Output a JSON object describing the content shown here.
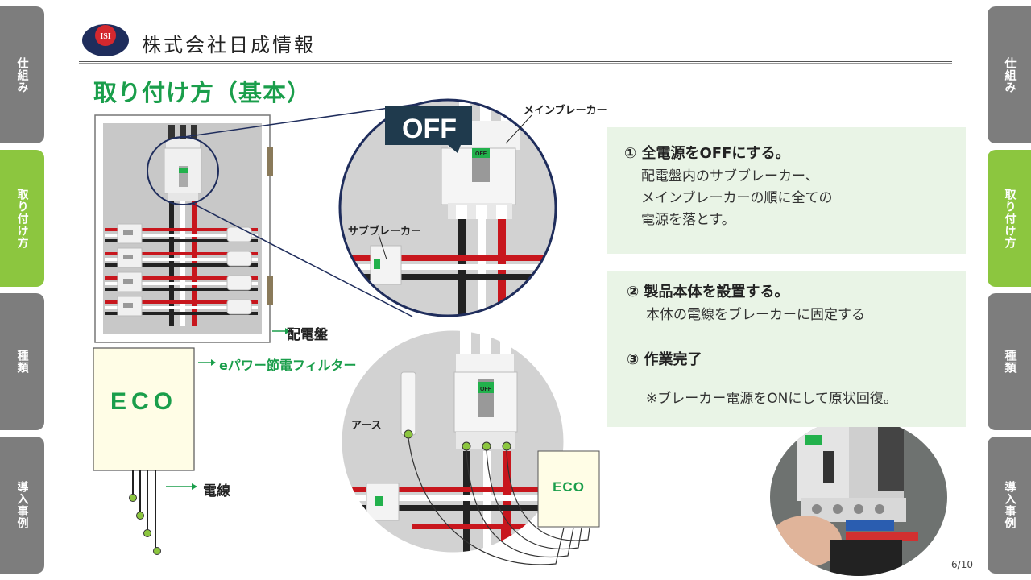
{
  "header": {
    "company": "株式会社日成情報",
    "logo_text": "ISI"
  },
  "slide": {
    "title": "取り付け方（基本）",
    "page": "6/10"
  },
  "left_tabs": [
    {
      "label": "仕組み",
      "active": false
    },
    {
      "label": "取り付け方",
      "active": true
    },
    {
      "label": "種類",
      "active": false
    },
    {
      "label": "導入事例",
      "active": false
    }
  ],
  "right_tabs": [
    {
      "label": "仕組み",
      "active": false
    },
    {
      "label": "取り付け方",
      "active": true
    },
    {
      "label": "種類",
      "active": false
    },
    {
      "label": "導入事例",
      "active": false
    }
  ],
  "diagram": {
    "panel_label": "配電盤",
    "filter_label": "eパワー節電フィルター",
    "eco_label": "ECO",
    "wire_label": "電線",
    "off_badge": "OFF",
    "main_breaker": "メインブレーカー",
    "sub_breaker": "サブブレーカー",
    "breaker_off": "OFF",
    "ground_label": "アース",
    "eco_small": "ECO"
  },
  "steps": [
    {
      "heading": "① 全電源をOFFにする。",
      "lines": [
        "配電盤内のサブブレーカー、",
        "メインブレーカーの順に全ての",
        "電源を落とす。"
      ]
    },
    {
      "heading": "② 製品本体を設置する。",
      "lines": [
        "本体の電線をブレーカーに固定する"
      ]
    },
    {
      "heading": "③ 作業完了",
      "lines": [
        "※ブレーカー電源をONにして原状回復。"
      ]
    }
  ],
  "colors": {
    "accent_green": "#1a9e4b",
    "tab_active": "#8cc63f",
    "tab_inactive": "#7d7d7d",
    "navy": "#1f2d5c",
    "wire_red": "#c8161d",
    "step_bg": "#e9f4e6"
  }
}
